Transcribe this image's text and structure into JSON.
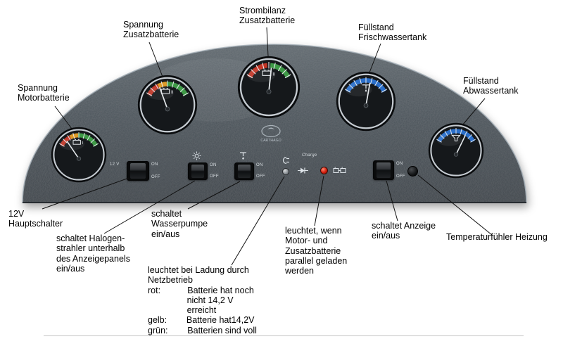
{
  "colors": {
    "panel_top": "#60696f",
    "panel_mid": "#4a535a",
    "panel_bottom": "#3b4248",
    "panel_rim": "#a6b0b8",
    "gauge_red": "#c03526",
    "gauge_yellow": "#dd9a28",
    "gauge_green": "#3f9a47",
    "gauge_blue": "#2b6fca",
    "led_red": "#d21d0c",
    "led_gray": "#8f959a"
  },
  "logo_text": "CARTHAGO",
  "panel_markings": {
    "main_switch_label": "12 V",
    "charge_label": "Charge",
    "on": "ON",
    "off": "OFF"
  },
  "icons": [
    "battery-1-icon",
    "battery-2-icon",
    "water-tap-icon",
    "waste-tank-icon",
    "halogen-lamp-icon",
    "water-pump-icon",
    "mains-plug-icon",
    "diode-icon",
    "dual-battery-icon"
  ],
  "gauges": [
    {
      "name": "motor-battery-voltage-gauge",
      "kind": "battery",
      "icon_label": "I",
      "segments": [
        {
          "from": -62,
          "to": -26,
          "color": "#c03526"
        },
        {
          "from": -26,
          "to": -2,
          "color": "#dd9a28"
        },
        {
          "from": -2,
          "to": 62,
          "color": "#3f9a47"
        }
      ],
      "needle_angle": -34
    },
    {
      "name": "aux-battery-voltage-gauge",
      "kind": "battery",
      "icon_label": "II",
      "segments": [
        {
          "from": -62,
          "to": -26,
          "color": "#c03526"
        },
        {
          "from": -26,
          "to": -2,
          "color": "#dd9a28"
        },
        {
          "from": -2,
          "to": 62,
          "color": "#3f9a47"
        }
      ],
      "needle_angle": -20
    },
    {
      "name": "aux-battery-current-balance-gauge",
      "kind": "battery",
      "icon_label": "II",
      "segments": [
        {
          "from": -62,
          "to": -4,
          "color": "#c03526"
        },
        {
          "from": 4,
          "to": 62,
          "color": "#3f9a47"
        }
      ],
      "needle_angle": 6
    },
    {
      "name": "fresh-water-level-gauge",
      "kind": "tap",
      "icon_label": "",
      "segments": [
        {
          "from": -62,
          "to": 62,
          "color": "#2b6fca"
        }
      ],
      "needle_angle": 10
    },
    {
      "name": "waste-water-level-gauge",
      "kind": "waste",
      "icon_label": "",
      "segments": [
        {
          "from": -62,
          "to": 62,
          "color": "#2b6fca"
        }
      ],
      "needle_angle": 26
    }
  ],
  "annotations": [
    {
      "id": "spannung-motorbatterie",
      "text": "Spannung\nMotorbatterie"
    },
    {
      "id": "spannung-zusatzbatterie",
      "text": "Spannung\nZusatzbatterie"
    },
    {
      "id": "strombilanz-zusatzbatterie",
      "text": "Strombilanz\nZusatzbatterie"
    },
    {
      "id": "fuellstand-frischwassertank",
      "text": "Füllstand\nFrischwassertank"
    },
    {
      "id": "fuellstand-abwassertank",
      "text": "Füllstand\nAbwassertank"
    },
    {
      "id": "hauptschalter",
      "text": "12V\nHauptschalter"
    },
    {
      "id": "halogenstrahler",
      "text": "schaltet Halogen-\nstrahler unterhalb\ndes Anzeigepanels\nein/aus"
    },
    {
      "id": "wasserpumpe",
      "text": "schaltet\nWasserpumpe\nein/aus"
    },
    {
      "id": "ladung-netzbetrieb",
      "text": "leuchtet bei Ladung durch\nNetzbetrieb\nrot:           Batterie hat noch\n                nicht 14,2 V\n                erreicht\ngelb:        Batterie hat14,2V\ngrün:        Batterien sind voll"
    },
    {
      "id": "parallel-ladung",
      "text": "leuchtet, wenn\nMotor- und\nZusatzbatterie\nparallel geladen\nwerden"
    },
    {
      "id": "anzeige",
      "text": "schaltet Anzeige\nein/aus"
    },
    {
      "id": "temperaturfuehler",
      "text": "Temperaturfühler Heizung"
    }
  ]
}
